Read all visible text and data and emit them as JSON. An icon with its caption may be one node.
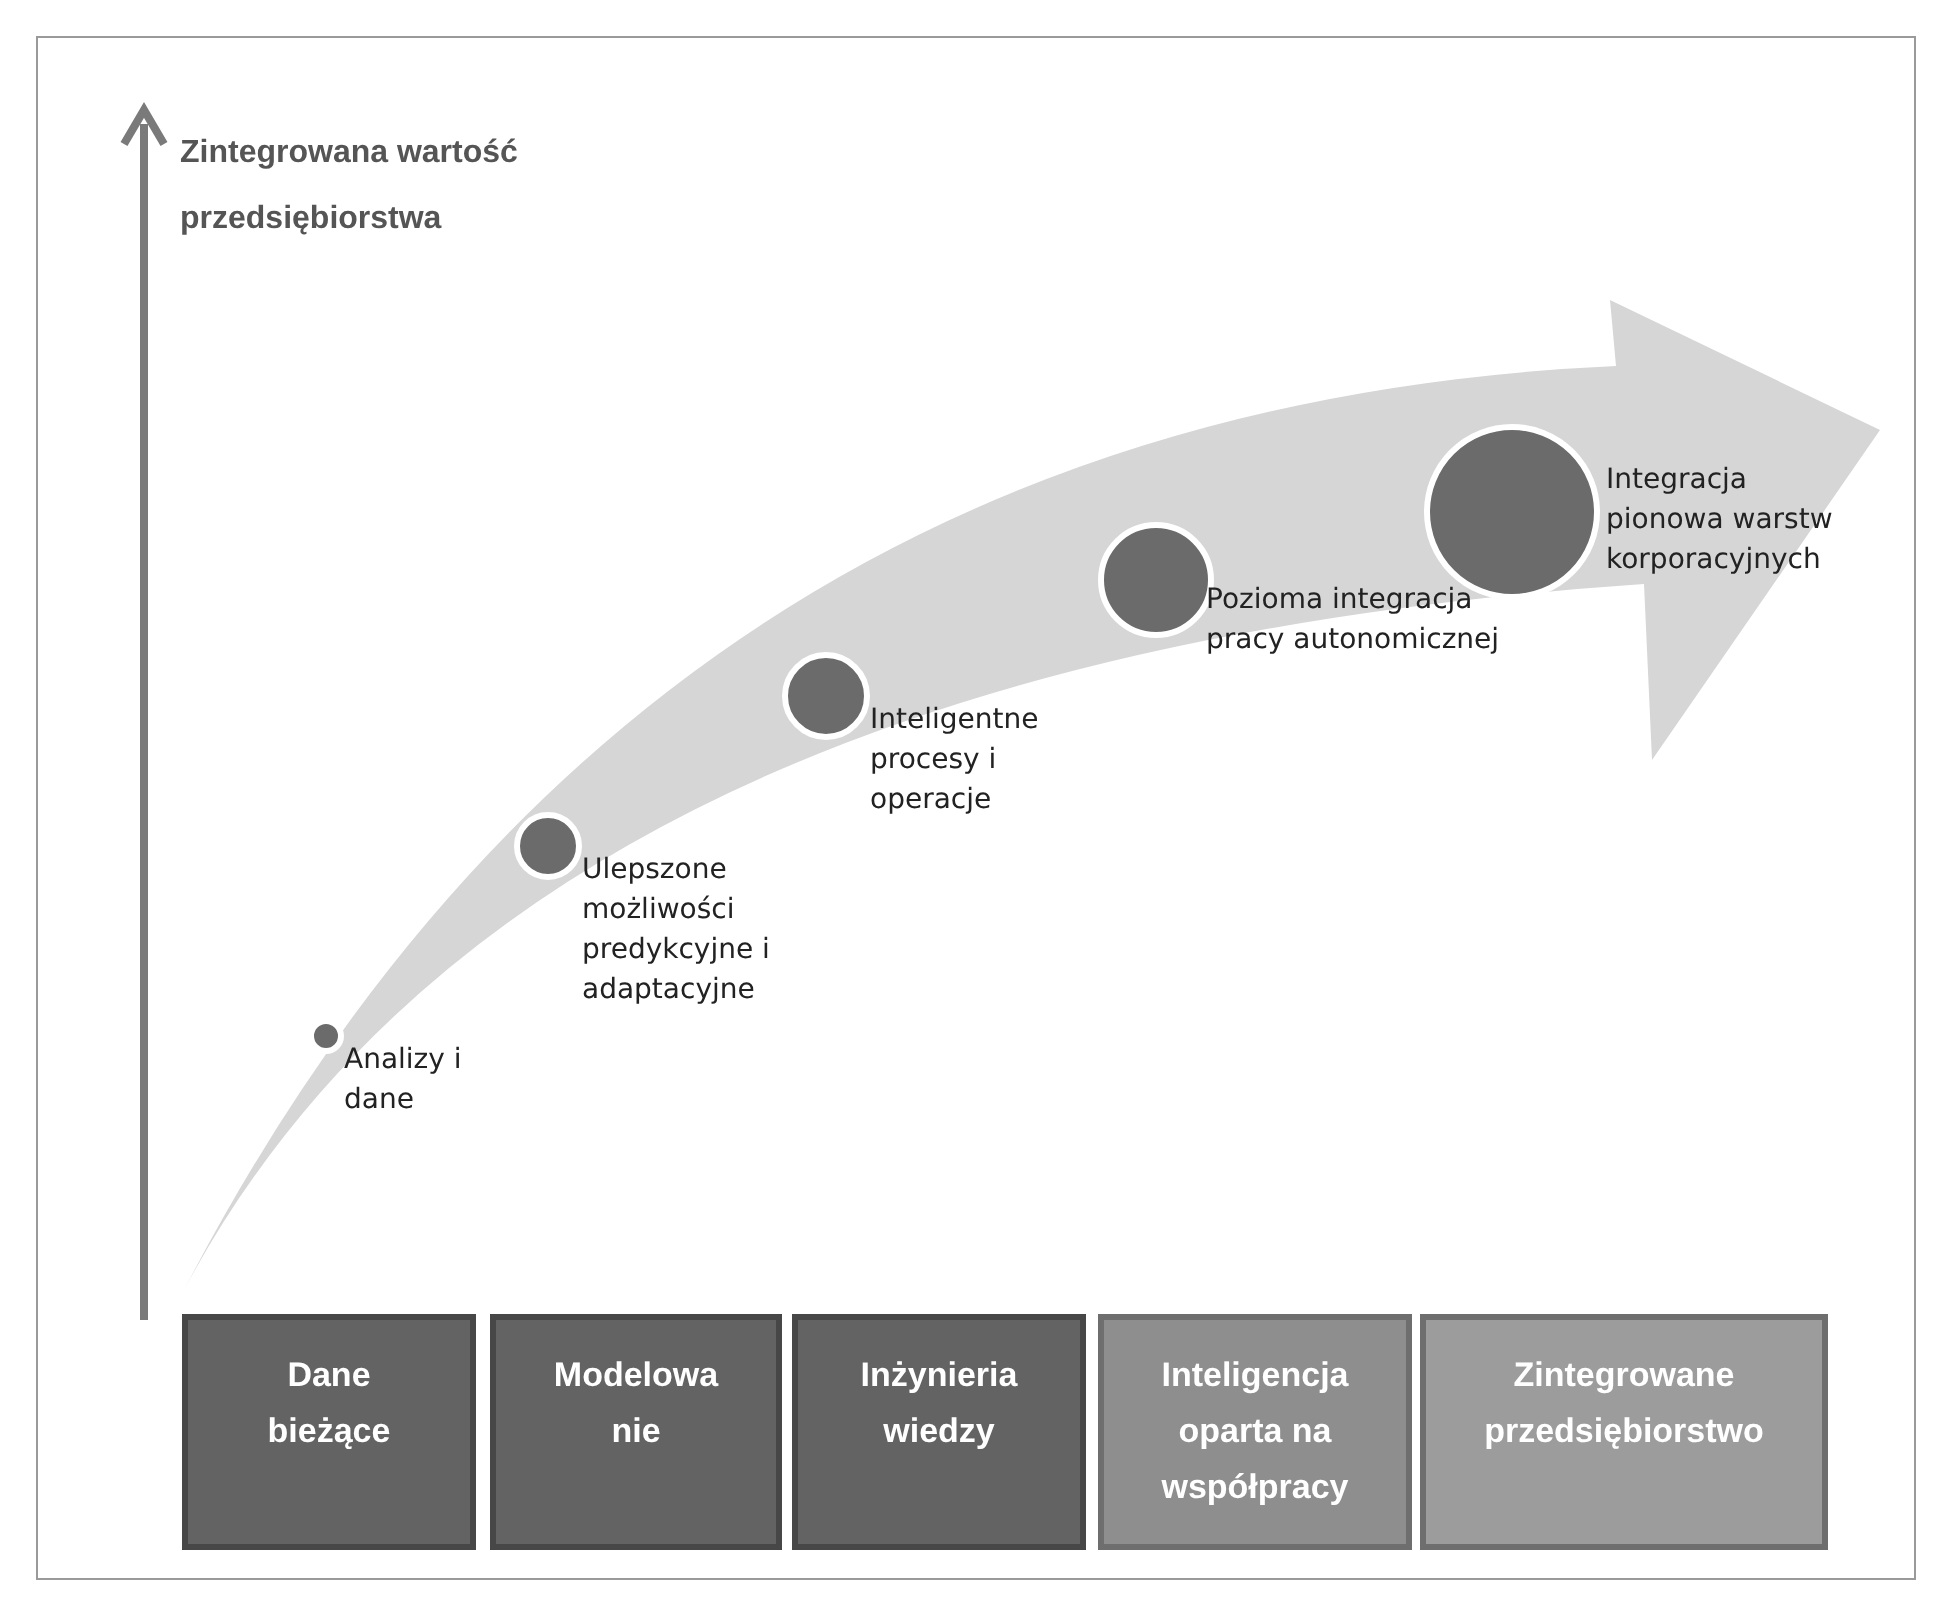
{
  "diagram": {
    "nodes": [
      {
        "text": [
          "Analizy i dane"
        ]
      },
      {
        "text": [
          "Ulepszone możliwości predykcyjne i adaptacyjne"
        ]
      },
      {
        "text": [
          "Inteligentne procesy i operacje"
        ]
      },
      {
        "text": [
          "Pozioma integracja pracy autonomicznej"
        ]
      },
      {
        "text": [
          "Integracja pionowa warstw korporacyjnych"
        ]
      },
      {
        "text": [
          "Dane bieżące"
        ]
      },
      {
        "text": [
          "Modelowa nie"
        ]
      },
      {
        "text": [
          "Inżynieria wiedzy"
        ]
      },
      {
        "text": [
          "Inteligencja oparta na współpracy"
        ]
      },
      {
        "text": [
          "Zintegrowane przedsiębiorstwo"
        ]
      }
    ],
    "labels": [
      "Zintegrowana wartość przedsiębiorstwa"
    ]
  }
}
